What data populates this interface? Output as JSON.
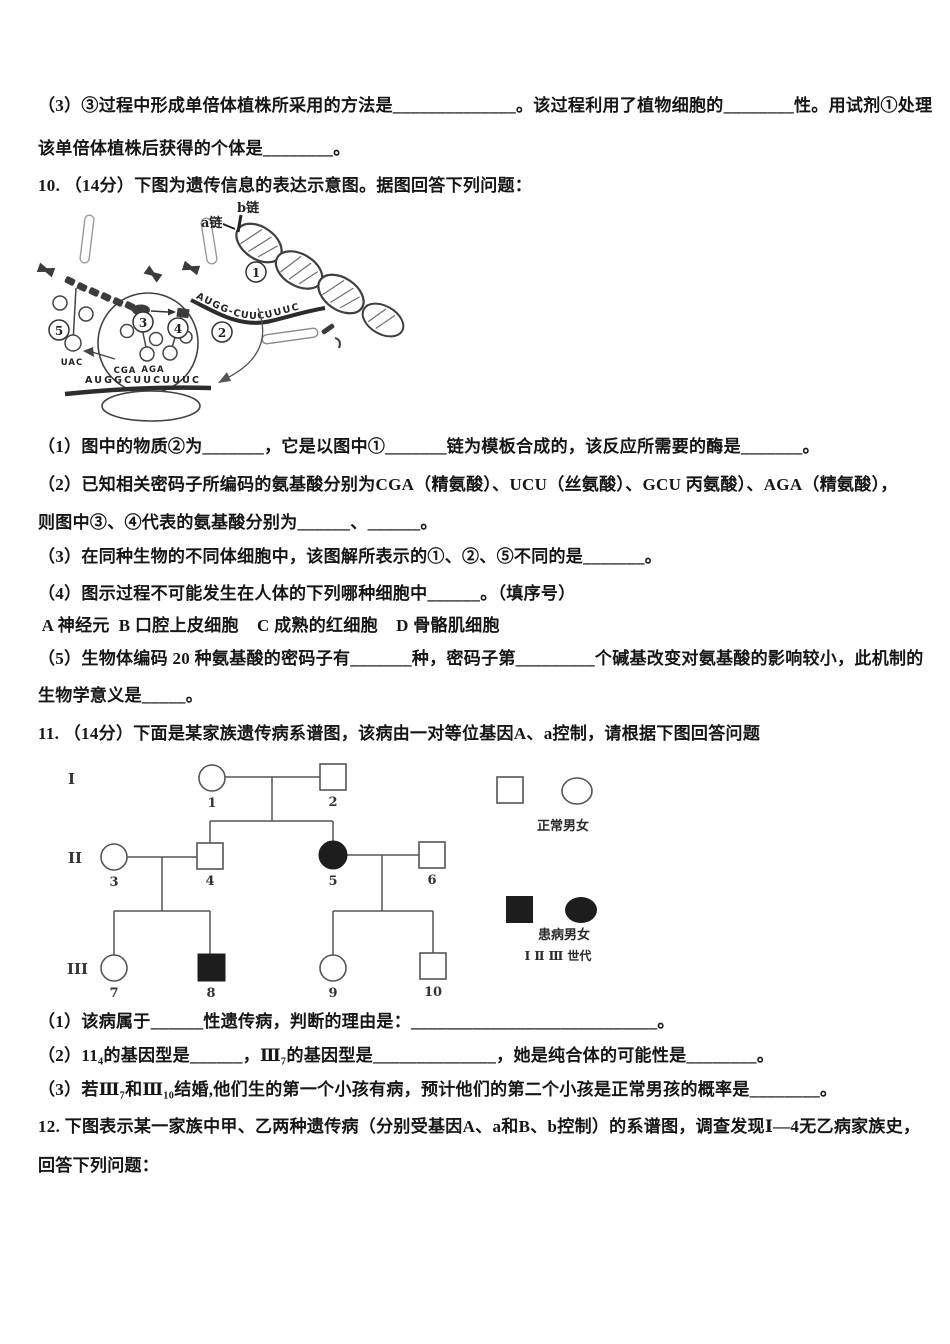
{
  "document": {
    "colors": {
      "ink": "#161616",
      "diagram_stroke": "#444444",
      "pedigree_stroke": "#555555",
      "fill_dark": "#3c3c3c",
      "paper": "#ffffff"
    },
    "prev_question": {
      "line1": "（3）③过程中形成单倍体植株所采用的方法是______________。该过程利用了植物细胞的________性。用试剂①处理",
      "line2": "该单倍体植株后获得的个体是________。"
    },
    "q10": {
      "header": "10. （14分）下图为遗传信息的表达示意图。据图回答下列问题：",
      "s1": "（1）图中的物质②为_______，它是以图中①_______链为模板合成的，该反应所需要的酶是_______。",
      "s2a": "（2）已知相关密码子所编码的氨基酸分别为CGA（精氨酸）、UCU（丝氨酸）、GCU 丙氨酸）、AGA（精氨酸），",
      "s2b": "则图中③、④代表的氨基酸分别为______、______。",
      "s3": "（3）在同种生物的不同体细胞中，该图解所表示的①、②、⑤不同的是_______。",
      "s4": "（4）图示过程不可能发生在人体的下列哪种细胞中______。（填序号）",
      "s4_options": " A 神经元  B 口腔上皮细胞    C 成熟的红细胞    D 骨骼肌细胞",
      "s5a": "（5）生物体编码 20 种氨基酸的密码子有_______种，密码子第_________个碱基改变对氨基酸的影响较小，此机制的",
      "s5b": "生物学意义是_____。",
      "diagram": {
        "strand_b_label": "b链",
        "strand_a_label": "a链",
        "n1": "1",
        "n2": "2",
        "n3": "3",
        "n4": "4",
        "n5": "5",
        "anticodon_leaving": "UAC",
        "anticodon_p_site": "CGA",
        "anticodon_a_site": "AGA",
        "mrna_sequence_free": "AUGG-CUUCUUUC",
        "mrna_sequence_ribosome": "AUGGCUUCUUUC"
      }
    },
    "q11": {
      "header": "11. （14分）下面是某家族遗传病系谱图，该病由一对等位基因A、a控制，请根据下图回答问题",
      "s1": "（1）该病属于______性遗传病，判断的理由是：____________________________。",
      "s2": "（2）11₄的基因型是______，Ⅲ₇的基因型是______________，她是纯合体的可能性是________。",
      "s3": "（3）若Ⅲ₇和Ⅲ₁₀结婚,他们生的第一个小孩有病，预计他们的第二个小孩是正常男孩的概率是________。",
      "pedigree": {
        "generation_labels": [
          "I",
          "II",
          "III"
        ],
        "individuals": [
          {
            "label": "1",
            "generation": "I",
            "sex": "female",
            "affected": false
          },
          {
            "label": "2",
            "generation": "I",
            "sex": "male",
            "affected": false
          },
          {
            "label": "3",
            "generation": "II",
            "sex": "female",
            "affected": false
          },
          {
            "label": "4",
            "generation": "II",
            "sex": "male",
            "affected": false
          },
          {
            "label": "5",
            "generation": "II",
            "sex": "female",
            "affected": true
          },
          {
            "label": "6",
            "generation": "II",
            "sex": "male",
            "affected": false
          },
          {
            "label": "7",
            "generation": "III",
            "sex": "female",
            "affected": false
          },
          {
            "label": "8",
            "generation": "III",
            "sex": "male",
            "affected": true
          },
          {
            "label": "9",
            "generation": "III",
            "sex": "female",
            "affected": false
          },
          {
            "label": "10",
            "generation": "III",
            "sex": "male",
            "affected": false
          }
        ],
        "legend": {
          "normal_label": "正常男女",
          "affected_label": "患病男女",
          "generations_label": "Ⅰ Ⅱ Ⅲ 世代"
        }
      }
    },
    "q12": {
      "line1": "12. 下图表示某一家族中甲、乙两种遗传病（分别受基因A、a和B、b控制）的系谱图，调查发现Ⅰ—4无乙病家族史，",
      "line2": "回答下列问题："
    }
  }
}
